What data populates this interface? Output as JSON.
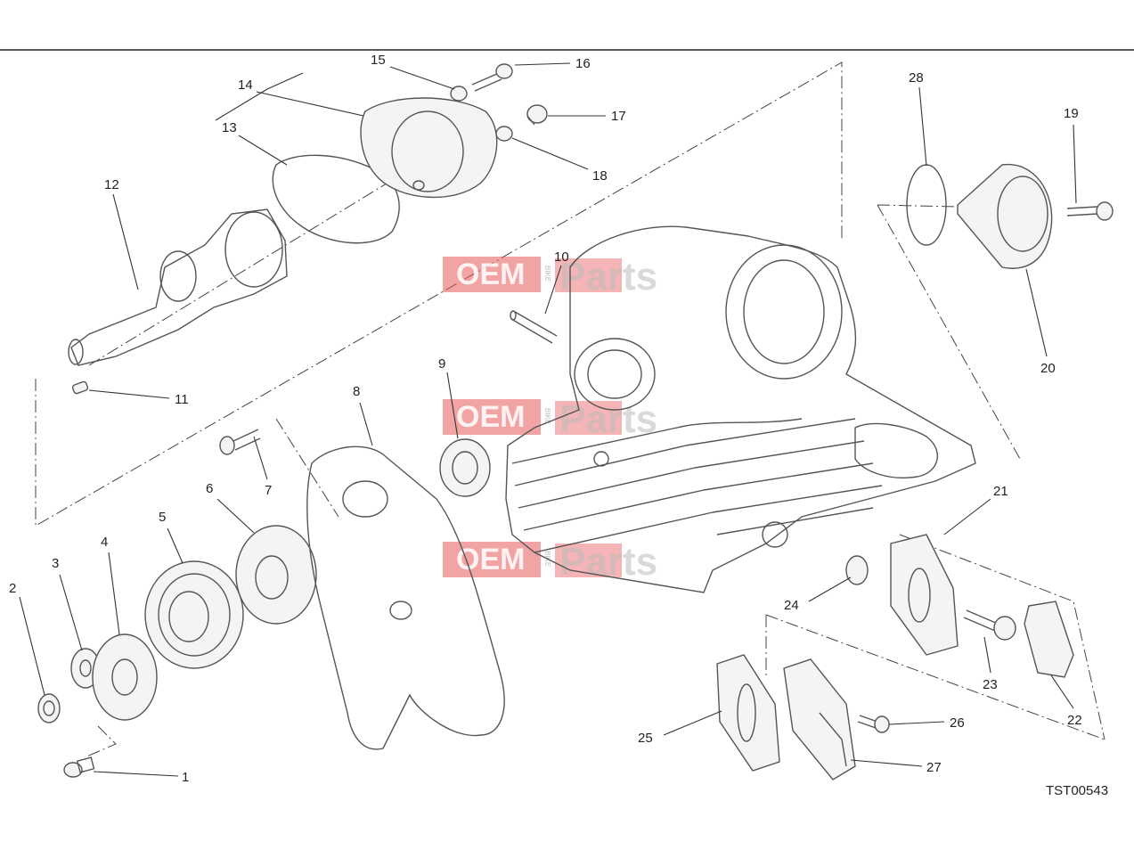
{
  "diagram": {
    "reference_code": "TST00543",
    "callouts": [
      "1",
      "2",
      "3",
      "4",
      "5",
      "6",
      "7",
      "8",
      "9",
      "10",
      "11",
      "12",
      "13",
      "14",
      "15",
      "16",
      "17",
      "18",
      "19",
      "20",
      "21",
      "22",
      "23",
      "24",
      "25",
      "26",
      "27",
      "28"
    ]
  },
  "watermark": {
    "brand_left": "OEM",
    "brand_small": "BIKE",
    "brand_right": "Parts",
    "color": "#e8595a"
  }
}
